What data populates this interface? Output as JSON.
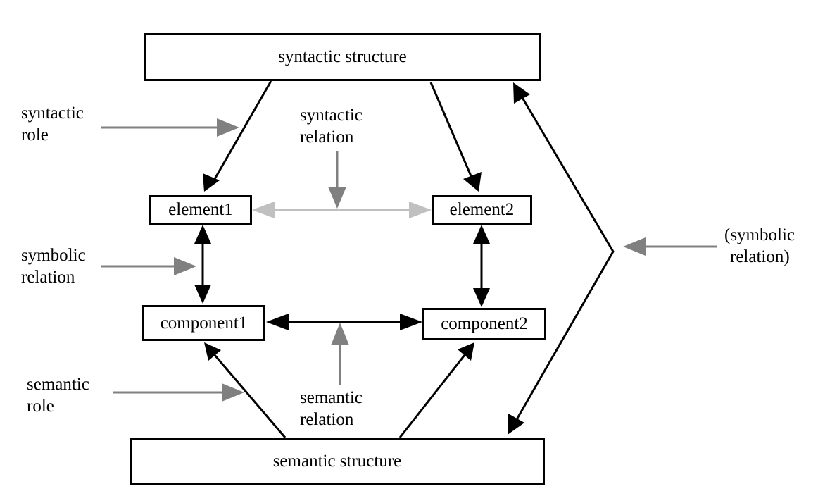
{
  "boxes": {
    "syntactic_structure": "syntactic structure",
    "semantic_structure": "semantic structure",
    "element1": "element1",
    "element2": "element2",
    "component1": "component1",
    "component2": "component2"
  },
  "labels": {
    "syntactic_role": [
      "syntactic",
      "role"
    ],
    "syntactic_relation": [
      "syntactic",
      "relation"
    ],
    "symbolic_relation": [
      "symbolic",
      "relation"
    ],
    "semantic_role": [
      "semantic",
      "role"
    ],
    "semantic_relation": [
      "semantic",
      "relation"
    ],
    "symbolic_relation_outer": [
      "(symbolic",
      "relation)"
    ]
  },
  "colors": {
    "structural_arrow": "#000000",
    "pointer_arrow": "#808080",
    "syntactic_relation_arrow": "#c0c0c0"
  }
}
